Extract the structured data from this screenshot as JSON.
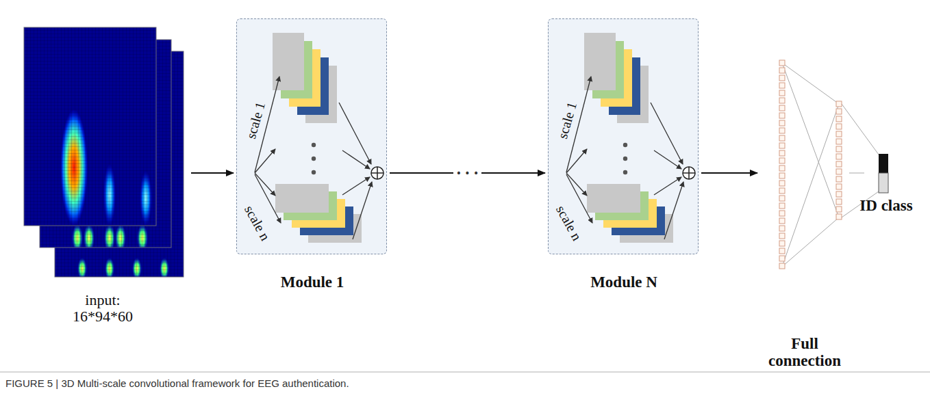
{
  "diagram": {
    "caption": "FIGURE 5 | 3D Multi-scale convolutional framework for EEG authentication.",
    "nodes": [
      {
        "text": [
          "input: 16*94*60"
        ]
      },
      {
        "text": [
          "scale 1",
          "scale n",
          "Module 1"
        ]
      },
      {
        "text": [
          "scale 1",
          "scale n",
          "Module N"
        ]
      },
      {
        "text": [
          "Full connection"
        ]
      },
      {
        "text": [
          "ID class"
        ]
      }
    ],
    "edges": [
      {
        "from": 0,
        "to": 1,
        "arrow": "to"
      },
      {
        "from": 1,
        "to": 2,
        "label": "• • •",
        "arrow": "to"
      },
      {
        "from": 2,
        "to": 3,
        "arrow": "to"
      },
      {
        "from": 3,
        "to": 4,
        "arrow": "none"
      }
    ]
  }
}
